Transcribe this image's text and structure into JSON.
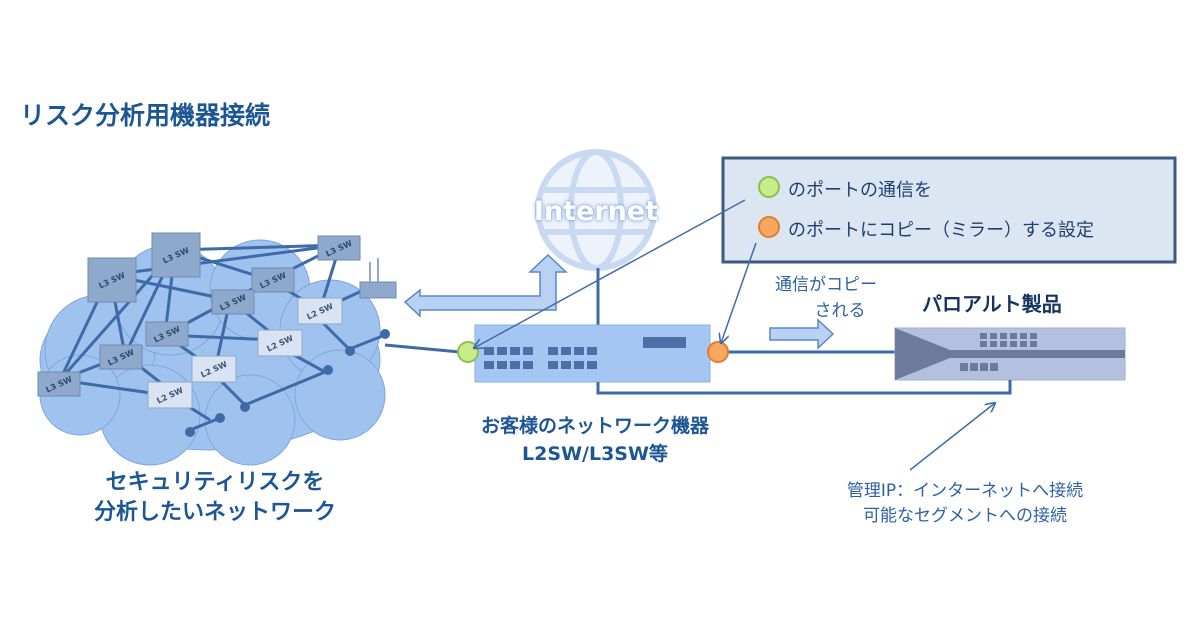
{
  "title": "リスク分析用機器接続",
  "cloud_label": [
    "セキュリティリスクを",
    "分析したいネットワーク"
  ],
  "internet_label": "Internet",
  "switch_labels": {
    "l3": "L3 SW",
    "l2": "L2 SW",
    "ap": "AP"
  },
  "legend": {
    "green_text": "のポートの通信を",
    "orange_text": "のポートにコピー（ミラー）する設定"
  },
  "copy_label": [
    "通信がコピー",
    "される"
  ],
  "paloalto_label": "パロアルト製品",
  "customer_device_label": [
    "お客様のネットワーク機器",
    "L2SW/L3SW等"
  ],
  "mgmt_label": [
    "管理IP：インターネットへ接続",
    "可能なセグメントへの接続"
  ],
  "colors": {
    "title": "#1d5694",
    "cloud": "#9fc3ee",
    "switch": "#a5c6f3",
    "box": "#dce6f2",
    "green": "#c8ec8a",
    "orange": "#f7a860"
  }
}
